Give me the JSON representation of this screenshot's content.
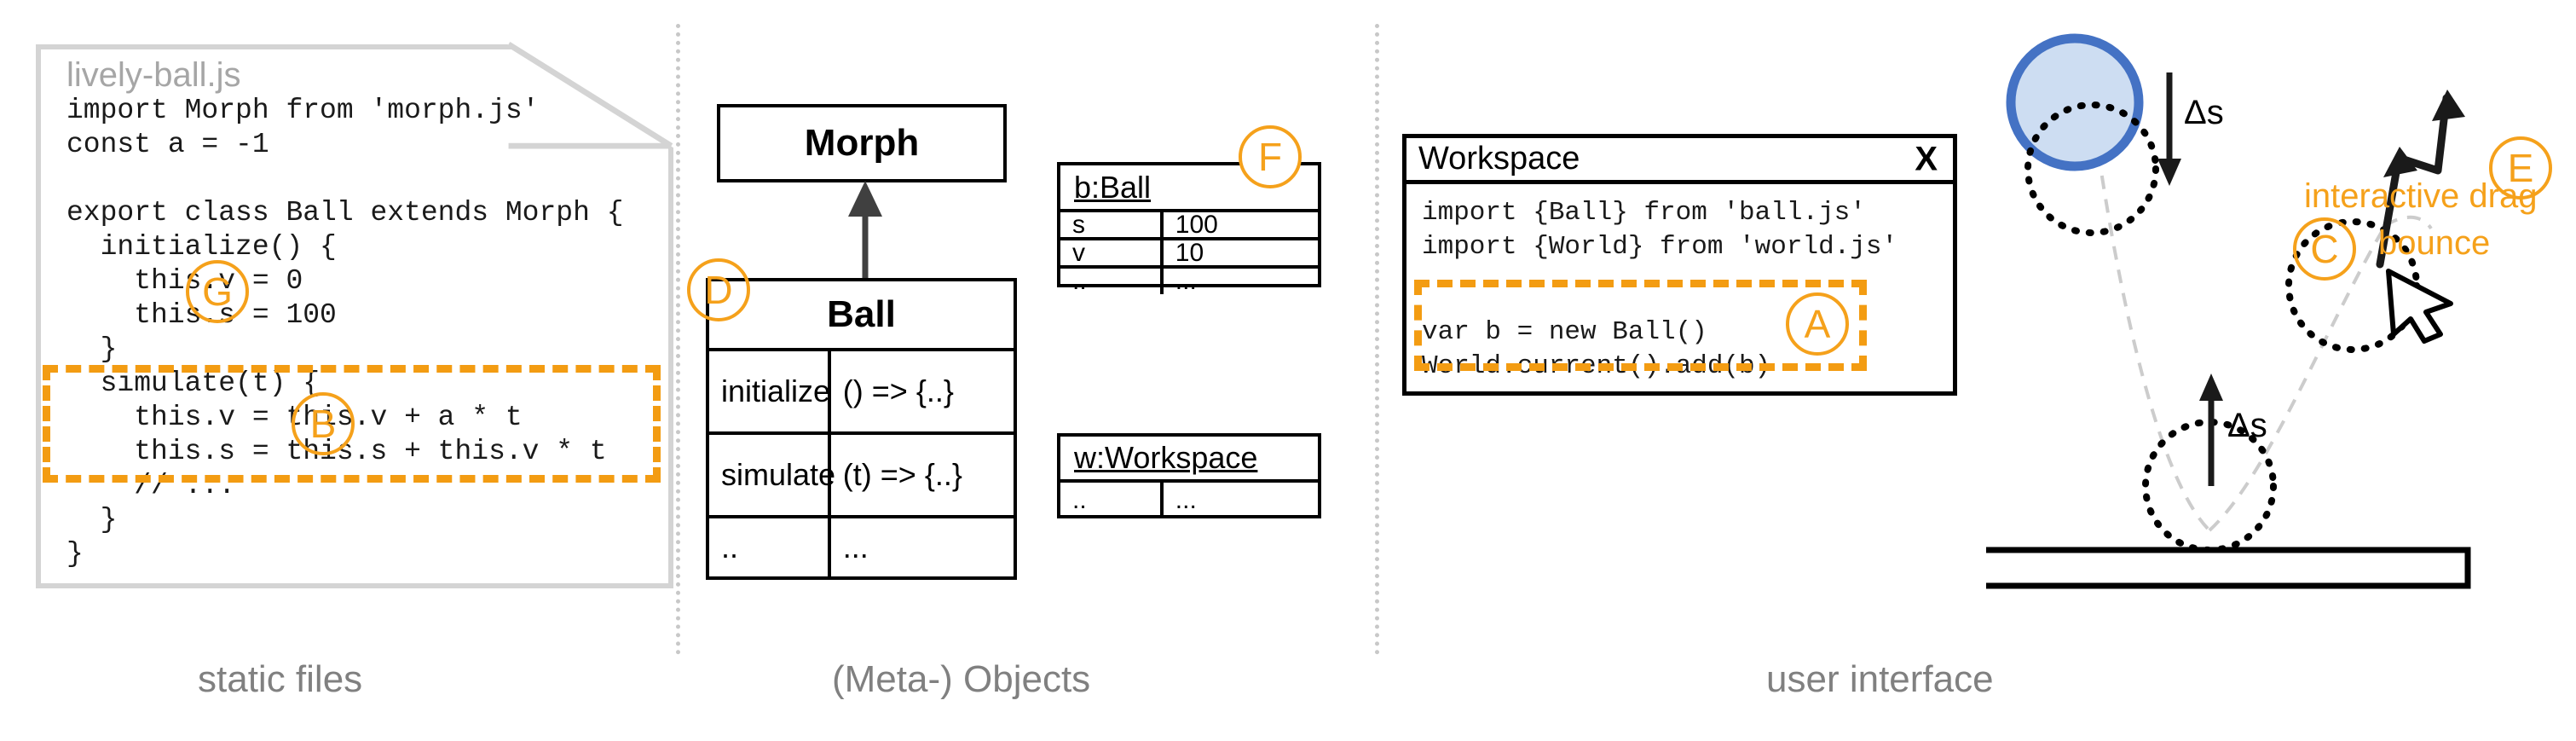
{
  "columns": [
    {
      "caption": "static files"
    },
    {
      "caption": "(Meta-) Objects"
    },
    {
      "caption": "user interface"
    }
  ],
  "file_card": {
    "filename": "lively-ball.js",
    "code": "import Morph from 'morph.js'\nconst a = -1\n\nexport class Ball extends Morph {\n  initialize() {\n    this.v = 0\n    this.s = 100\n  }\n  simulate(t) {\n    this.v = this.v + a * t\n    this.s = this.s + this.v * t\n    // ...\n  }\n}"
  },
  "uml": {
    "superclass": {
      "title": "Morph"
    },
    "class": {
      "title": "Ball",
      "rows": [
        {
          "name": "initialize",
          "value": "() => {..}"
        },
        {
          "name": "simulate",
          "value": "(t) => {..}"
        },
        {
          "name": "..",
          "value": "..."
        }
      ]
    }
  },
  "objects": [
    {
      "header": "b:Ball",
      "rows": [
        {
          "key": "s",
          "value": "100"
        },
        {
          "key": "v",
          "value": "10"
        },
        {
          "key": "..",
          "value": "..."
        }
      ]
    },
    {
      "header": "w:Workspace",
      "rows": [
        {
          "key": "..",
          "value": "..."
        }
      ]
    }
  ],
  "workspace": {
    "title": "Workspace",
    "close_label": "X",
    "code_top": "import {Ball} from 'ball.js'\nimport {World} from 'world.js'",
    "code_highlighted": "var b = new Ball()\nWorld.current().add(b)"
  },
  "scene": {
    "delta_top": "Δs",
    "delta_bottom": "Δs",
    "bounce_label": "bounce",
    "drag_label": "interactive drag",
    "ball_fill": "#cdddf2",
    "ball_stroke": "#4472c4"
  },
  "markers": [
    {
      "id": "A",
      "label": "A"
    },
    {
      "id": "B",
      "label": "B"
    },
    {
      "id": "C",
      "label": "C"
    },
    {
      "id": "D",
      "label": "D"
    },
    {
      "id": "E",
      "label": "E"
    },
    {
      "id": "F",
      "label": "F"
    },
    {
      "id": "G",
      "label": "G"
    }
  ],
  "accent_color": "#f5a11b",
  "dash_color": "#f39c12"
}
